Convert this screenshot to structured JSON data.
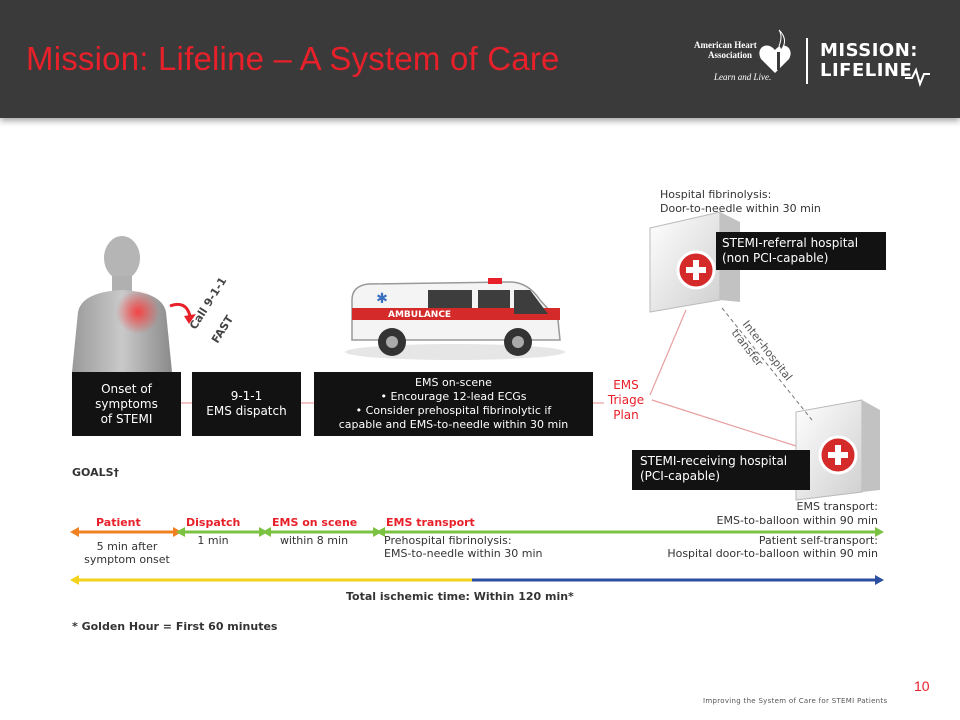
{
  "header": {
    "title": "Mission: Lifeline – A System of Care",
    "aha_line1": "American Heart",
    "aha_line2": "Association",
    "aha_tagline": "Learn and Live.",
    "ml_line1": "MISSION:",
    "ml_line2": "LIFELINE"
  },
  "diagram": {
    "call_label_line1": "Call 9-1-1",
    "call_label_line2": "FAST",
    "ambulance_text": "AMBULANCE",
    "boxes": {
      "onset": "Onset of\nsymptoms\nof STEMI",
      "dispatch": "9-1-1\nEMS dispatch",
      "ems_title": "EMS on-scene",
      "ems_b1": "• Encourage 12-lead ECGs",
      "ems_b2": "• Consider prehospital fibrinolytic if",
      "ems_b3": "capable and EMS-to-needle within 30 min"
    },
    "triage": "EMS\nTriage\nPlan",
    "referral_caption": "Hospital fibrinolysis:\nDoor-to-needle within 30 min",
    "referral_box": "STEMI-referral hospital\n(non PCI-capable)",
    "interhospital": "Inter-hospital\ntransfer",
    "receiving_box": "STEMI-receiving hospital\n(PCI-capable)",
    "goals_label": "GOALS†",
    "stages": [
      {
        "label": "Patient",
        "sub": "5 min after\nsymptom onset"
      },
      {
        "label": "Dispatch",
        "sub": "1 min"
      },
      {
        "label": "EMS on scene",
        "sub": "within 8 min"
      },
      {
        "label": "EMS transport",
        "sub": "Prehospital fibrinolysis:\nEMS-to-needle within 30 min"
      }
    ],
    "transport_goal": "EMS transport:\nEMS-to-balloon within 90 min",
    "self_transport_goal": "Patient self-transport:\nHospital door-to-balloon within 90 min",
    "total_time": "Total ischemic time:  Within 120 min*",
    "golden_hour": "* Golden Hour = First 60 minutes"
  },
  "footer": {
    "text": "Improving the System of Care for STEMI Patients",
    "page": "10"
  },
  "colors": {
    "accent_red": "#e8202a",
    "header_bg": "#3a3a3a",
    "box_bg": "#121212",
    "arrow_orange": "#f08020",
    "arrow_green": "#7cc242",
    "arrow_yellow": "#f2d21b",
    "arrow_blue": "#2c4ea0"
  }
}
